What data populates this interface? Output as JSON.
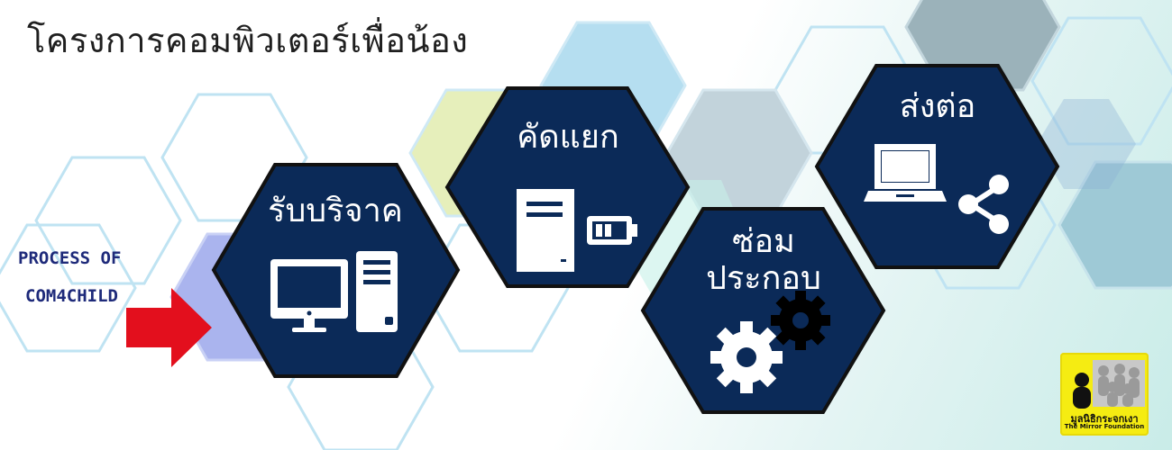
{
  "title": "โครงการคอมพิวเตอร์เพื่อน้อง",
  "process_label": [
    "PROCESS OF",
    "COM4CHILD"
  ],
  "steps": [
    {
      "label": "รับบริจาค",
      "icon": "desktop-computer-icon"
    },
    {
      "label": "คัดแยก",
      "icon": "pc-tower-battery-icon"
    },
    {
      "label": "ซ่อม ประกอบ",
      "label_lines": [
        "ซ่อม",
        "ประกอบ"
      ],
      "icon": "gears-icon"
    },
    {
      "label": "ส่งต่อ",
      "icon": "laptop-share-icon"
    }
  ],
  "logo": {
    "name_th": "มูลนิธิกระจกเงา",
    "name_en": "The Mirror Foundation"
  },
  "colors": {
    "hex_fill": "#0b2a58",
    "hex_border": "#111111",
    "arrow": "#e30f1d",
    "process_text": "#1e2a7a",
    "logo_bg": "#f5ec12"
  }
}
